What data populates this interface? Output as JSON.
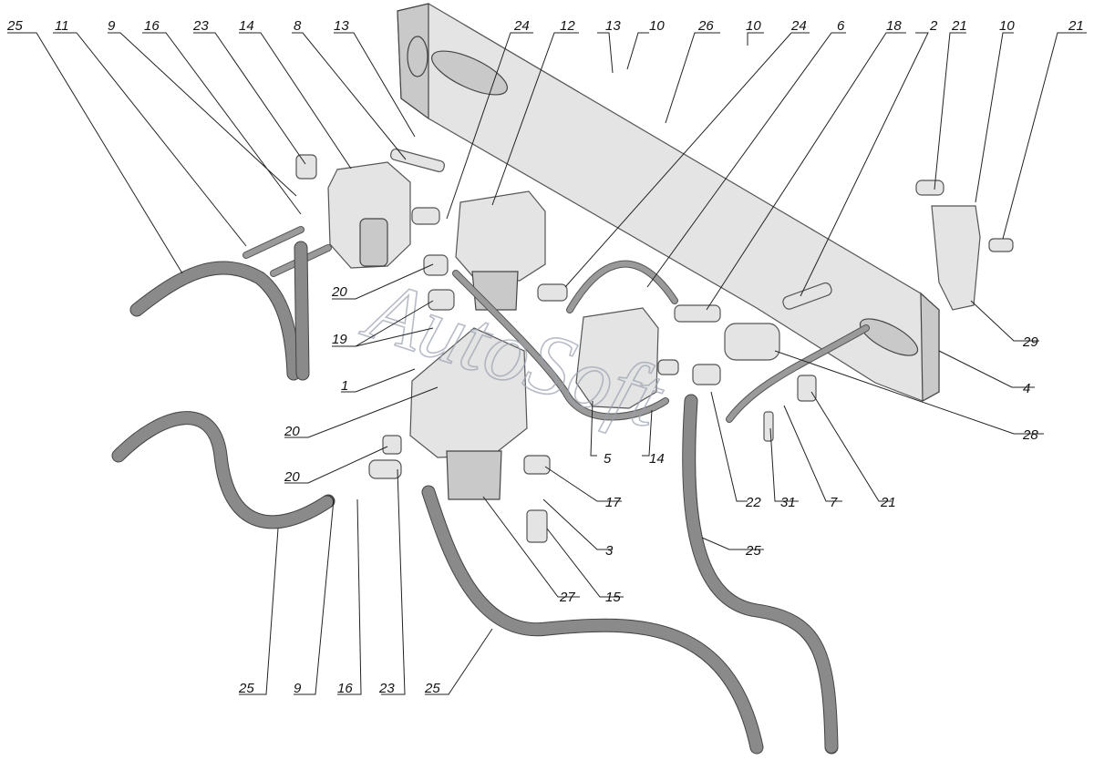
{
  "watermark": "AutoSoft",
  "callouts": [
    {
      "id": "c1",
      "text": "25"
    },
    {
      "id": "c2",
      "text": "11"
    },
    {
      "id": "c3",
      "text": "9"
    },
    {
      "id": "c4",
      "text": "16"
    },
    {
      "id": "c5",
      "text": "23"
    },
    {
      "id": "c6",
      "text": "14"
    },
    {
      "id": "c7",
      "text": "8"
    },
    {
      "id": "c8",
      "text": "13"
    },
    {
      "id": "c9",
      "text": "24"
    },
    {
      "id": "c10",
      "text": "12"
    },
    {
      "id": "c11",
      "text": "13"
    },
    {
      "id": "c12",
      "text": "10"
    },
    {
      "id": "c13",
      "text": "26"
    },
    {
      "id": "c14",
      "text": "10"
    },
    {
      "id": "c15",
      "text": "24"
    },
    {
      "id": "c16",
      "text": "6"
    },
    {
      "id": "c17",
      "text": "18"
    },
    {
      "id": "c18",
      "text": "2"
    },
    {
      "id": "c19",
      "text": "21"
    },
    {
      "id": "c20",
      "text": "10"
    },
    {
      "id": "c21",
      "text": "21"
    },
    {
      "id": "c22",
      "text": "20"
    },
    {
      "id": "c23",
      "text": "19"
    },
    {
      "id": "c24",
      "text": "1"
    },
    {
      "id": "c25",
      "text": "20"
    },
    {
      "id": "c26",
      "text": "20"
    },
    {
      "id": "c27",
      "text": "5"
    },
    {
      "id": "c28",
      "text": "14"
    },
    {
      "id": "c29",
      "text": "22"
    },
    {
      "id": "c30",
      "text": "31"
    },
    {
      "id": "c31",
      "text": "7"
    },
    {
      "id": "c32",
      "text": "21"
    },
    {
      "id": "c33",
      "text": "17"
    },
    {
      "id": "c34",
      "text": "3"
    },
    {
      "id": "c35",
      "text": "15"
    },
    {
      "id": "c36",
      "text": "27"
    },
    {
      "id": "c37",
      "text": "25"
    },
    {
      "id": "c38",
      "text": "29"
    },
    {
      "id": "c39",
      "text": "4"
    },
    {
      "id": "c40",
      "text": "28"
    },
    {
      "id": "c41",
      "text": "25"
    },
    {
      "id": "c42",
      "text": "9"
    },
    {
      "id": "c43",
      "text": "16"
    },
    {
      "id": "c44",
      "text": "23"
    },
    {
      "id": "c45",
      "text": "25"
    }
  ]
}
